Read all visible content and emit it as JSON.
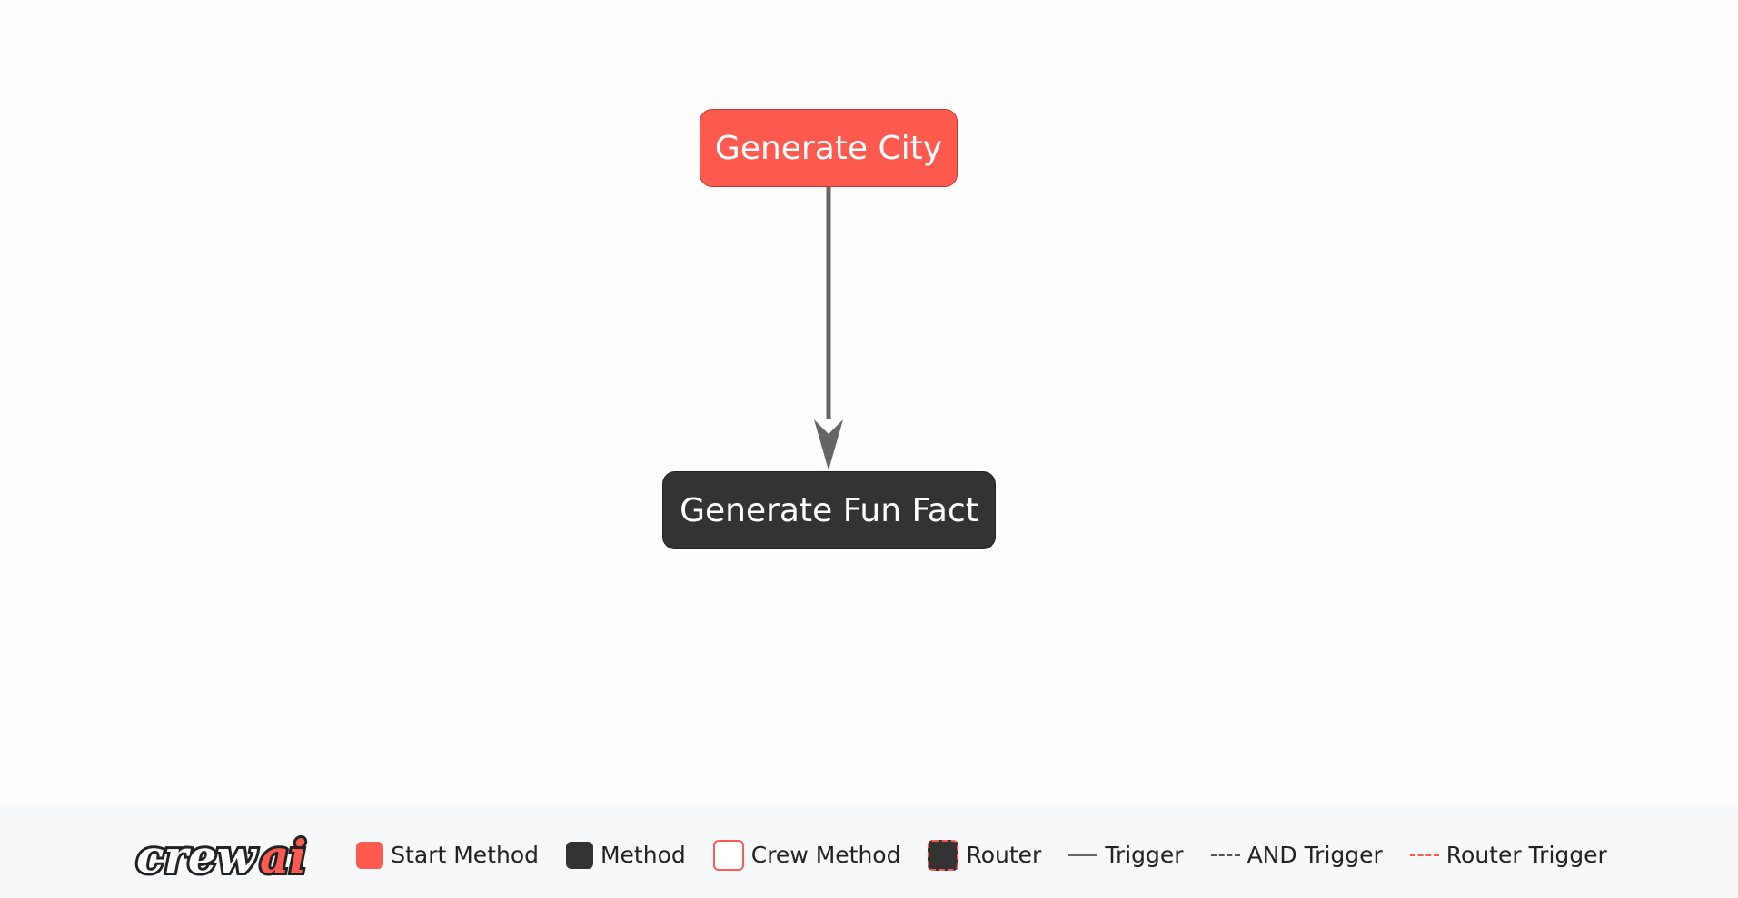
{
  "flow": {
    "nodes": [
      {
        "id": "start",
        "label": "Generate City",
        "kind": "start-method"
      },
      {
        "id": "method",
        "label": "Generate Fun Fact",
        "kind": "method"
      }
    ],
    "edges": [
      {
        "from": "start",
        "to": "method",
        "kind": "trigger"
      }
    ]
  },
  "colors": {
    "start_method": "#ff5a50",
    "method": "#333333",
    "edge": "#666666",
    "router_accent": "#ff5a50",
    "footer_bg": "#f7f8f9"
  },
  "legend": {
    "logo": "crewai",
    "start_method": "Start Method",
    "method": "Method",
    "crew_method": "Crew Method",
    "router": "Router",
    "trigger": "Trigger",
    "and_trigger": "AND Trigger",
    "router_trigger": "Router Trigger"
  }
}
